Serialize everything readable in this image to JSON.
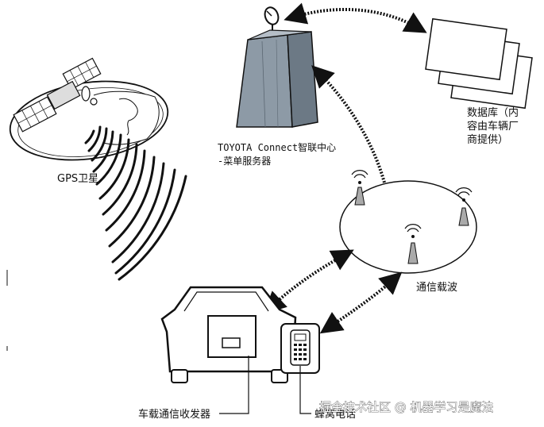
{
  "labels": {
    "gps": "GPS卫星",
    "server_line1": "TOYOTA Connect智联中心",
    "server_line2": "-菜单服务器",
    "database_line1": "数据库（内",
    "database_line2": "容由车辆厂",
    "database_line3": "商提供）",
    "carrier": "通信载波",
    "transceiver": "车载通信收发器",
    "phone": "蜂窝电话"
  },
  "watermark": "掘金技术社区 @ 机器学习是魔法",
  "colors": {
    "server_fill": "#8d9aa6",
    "line": "#111111",
    "background": "#ffffff"
  }
}
